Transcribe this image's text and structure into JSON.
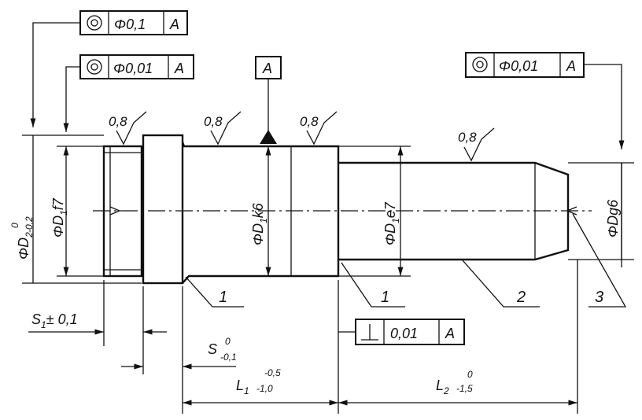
{
  "frames": {
    "top_conc": {
      "value": "Φ0,1",
      "datum": "A"
    },
    "left_conc": {
      "value": "Φ0,01",
      "datum": "A"
    },
    "right_conc": {
      "value": "Φ0,01",
      "datum": "A"
    },
    "perp": {
      "value": "0,01",
      "datum": "A"
    }
  },
  "datum_label": "A",
  "roughness": [
    "0,8",
    "0,8",
    "0,8",
    "0,8"
  ],
  "diameters": {
    "d2": "ΦD",
    "d2_sub": "2",
    "d2_sup": "0",
    "d2_sub2": "-0,2",
    "d1f7": "ΦD",
    "d1f7_sub": "1",
    "d1f7_fit": "f7",
    "d1k6": "ΦD",
    "d1k6_sub": "1",
    "d1k6_fit": "k6",
    "d1e7": "ΦD",
    "d1e7_sub": "1",
    "d1e7_fit": "e7",
    "dg6": "ΦDg6"
  },
  "leaders": [
    "1",
    "1",
    "2",
    "3"
  ],
  "dims": {
    "s1": "S",
    "s1_sub": "1",
    "s1_tol": "± 0,1",
    "s": "S",
    "s_sup": "0",
    "s_sub": "-0,1",
    "l1": "L",
    "l1_sub": "1",
    "l1_sup": "-0,5",
    "l1_inf": "-1,0",
    "l2": "L",
    "l2_sub": "2",
    "l2_sup": "0",
    "l2_inf": "-1,5"
  }
}
